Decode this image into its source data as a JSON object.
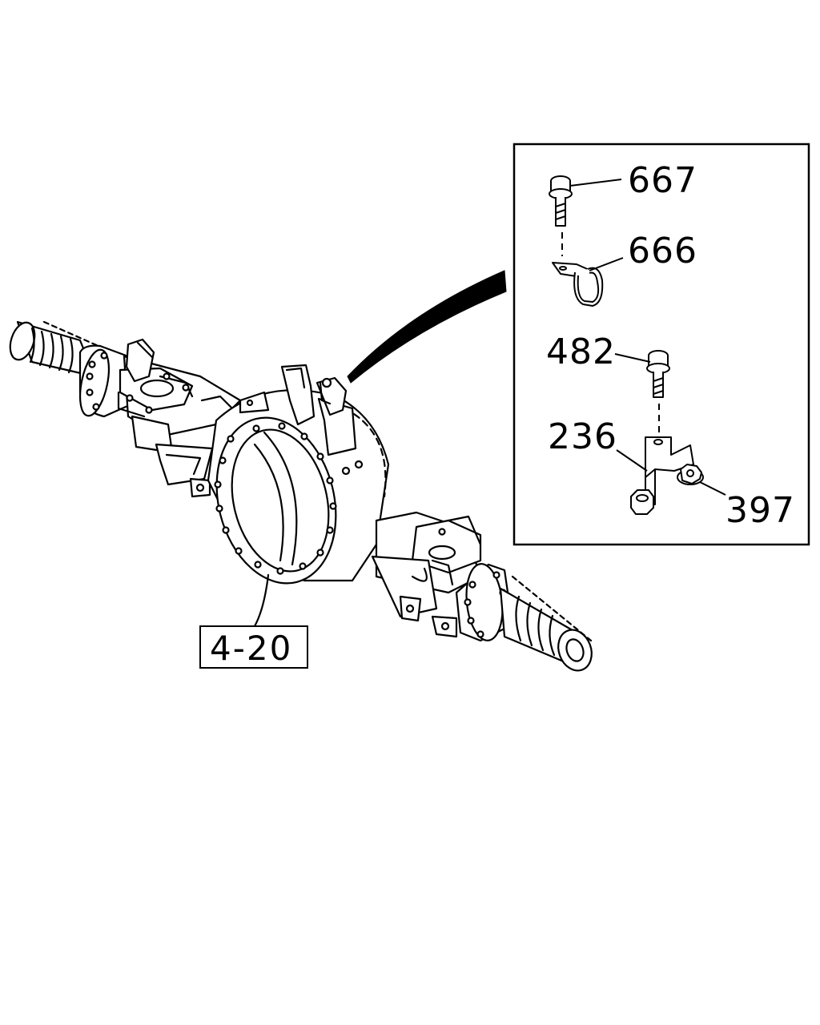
{
  "diagram": {
    "reference_label": "4-20",
    "callouts": [
      {
        "id": "667",
        "label": "667"
      },
      {
        "id": "666",
        "label": "666"
      },
      {
        "id": "482",
        "label": "482"
      },
      {
        "id": "236",
        "label": "236"
      },
      {
        "id": "397",
        "label": "397"
      }
    ],
    "line_color": "#000000",
    "background_color": "#ffffff"
  }
}
